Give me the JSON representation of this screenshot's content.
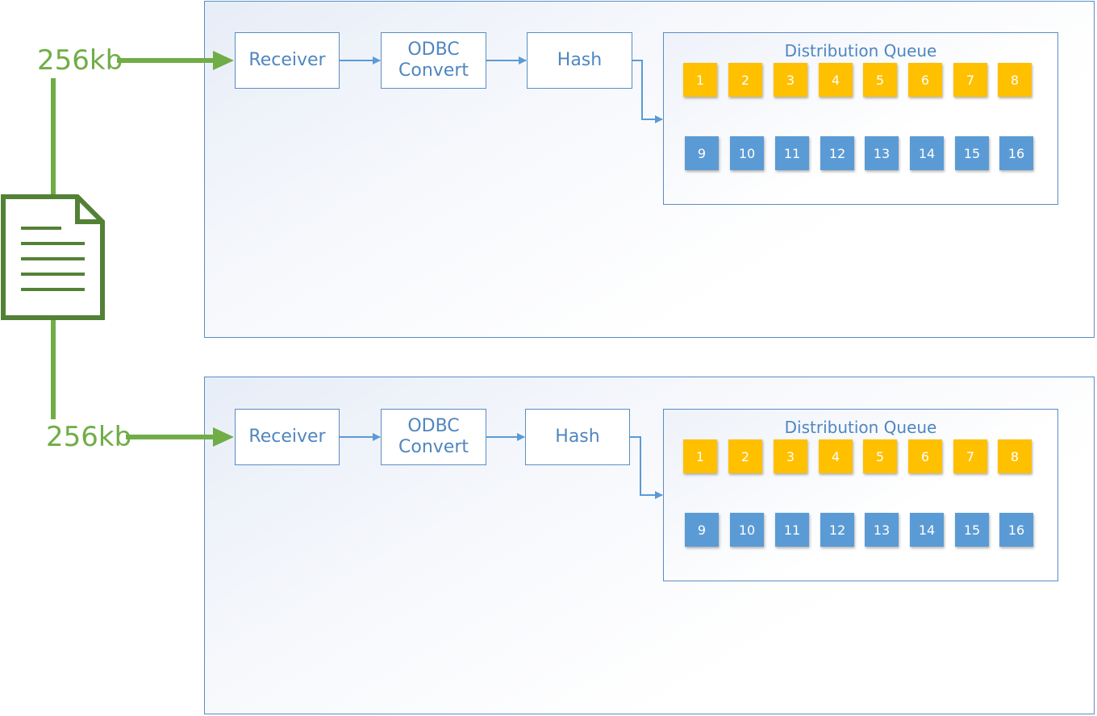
{
  "colors": {
    "accent_blue": "#5b9bd5",
    "border_blue": "#5a8cc4",
    "text_blue": "#4f86c0",
    "queue_yellow": "#ffc000",
    "doc_green": "#538135",
    "arrow_green": "#70ad47"
  },
  "document": {
    "icon": "document-icon"
  },
  "pipelines": [
    {
      "input_size": "256kb",
      "stages": {
        "receiver": "Receiver",
        "convert": "ODBC\nConvert",
        "hash": "Hash"
      },
      "queue": {
        "title": "Distribution Queue",
        "slots_top": [
          "1",
          "2",
          "3",
          "4",
          "5",
          "6",
          "7",
          "8"
        ],
        "slots_bottom": [
          "9",
          "10",
          "11",
          "12",
          "13",
          "14",
          "15",
          "16"
        ]
      }
    },
    {
      "input_size": "256kb",
      "stages": {
        "receiver": "Receiver",
        "convert": "ODBC\nConvert",
        "hash": "Hash"
      },
      "queue": {
        "title": "Distribution Queue",
        "slots_top": [
          "1",
          "2",
          "3",
          "4",
          "5",
          "6",
          "7",
          "8"
        ],
        "slots_bottom": [
          "9",
          "10",
          "11",
          "12",
          "13",
          "14",
          "15",
          "16"
        ]
      }
    }
  ]
}
